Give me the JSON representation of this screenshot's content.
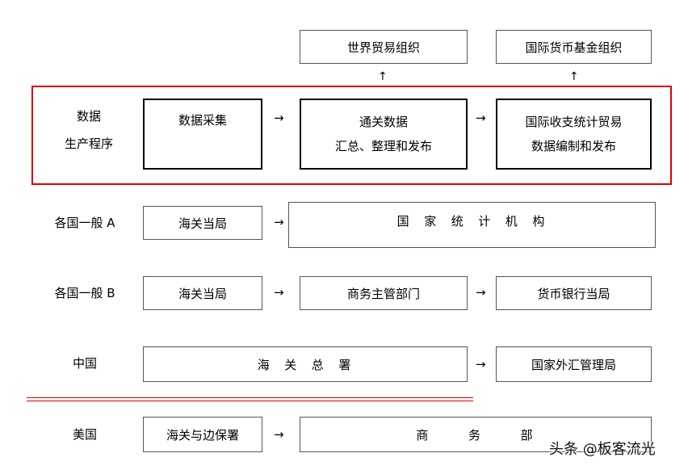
{
  "top_orgs": {
    "wto": "世界贸易组织",
    "imf": "国际货币基金组织"
  },
  "arrows": {
    "right": "→",
    "up": "↑"
  },
  "row_process": {
    "label_line1": "数据",
    "label_line2": "生产程序",
    "step1": "数据采集",
    "step2_line1": "通关数据",
    "step2_line2": "汇总、整理和发布",
    "step3_line1": "国际收支统计贸易",
    "step3_line2": "数据编制和发布"
  },
  "row_general_a": {
    "label": "各国一般 A",
    "customs": "海关当局",
    "agency": "国  家  统  计  机  构"
  },
  "row_general_b": {
    "label": "各国一般 B",
    "customs": "海关当局",
    "agency": "商务主管部门",
    "bank": "货币银行当局"
  },
  "row_china": {
    "label": "中国",
    "customs": "海  关  总  署",
    "agency": "国家外汇管理局"
  },
  "row_usa": {
    "label": "美国",
    "customs": "海关与边保署",
    "agency": "商      务      部"
  },
  "watermark": "头条 @板客流光"
}
